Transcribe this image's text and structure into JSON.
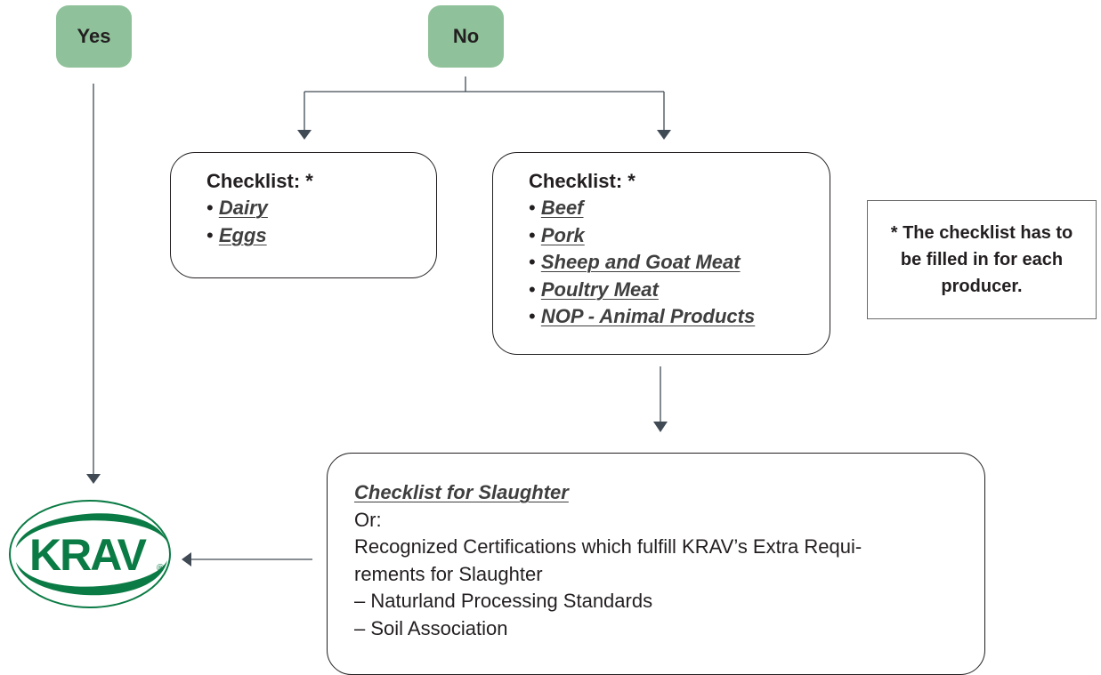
{
  "yes_label": "Yes",
  "no_label": "No",
  "box_a": {
    "title": "Checklist: *",
    "items": [
      "Dairy",
      "Eggs"
    ]
  },
  "box_b": {
    "title": "Checklist: *",
    "items": [
      "Beef",
      "Pork",
      "Sheep and Goat Meat",
      "Poultry Meat",
      "NOP - Animal Products"
    ]
  },
  "note": "* The checklist has to be filled in for each producer.",
  "slaughter": {
    "link": "Checklist for Slaughter",
    "or": "Or:",
    "line1": "Recognized Certifications which fulfill KRAV’s Extra Requi-",
    "line2": "rements for Slaughter",
    "line3": "– Naturland Processing Standards",
    "line4": "– Soil Association"
  },
  "logo": {
    "text": "KRAV",
    "mark": "®"
  },
  "colors": {
    "pill_green": "#8fc29a",
    "logo_green": "#0b7b45",
    "arrow": "#404a55"
  }
}
